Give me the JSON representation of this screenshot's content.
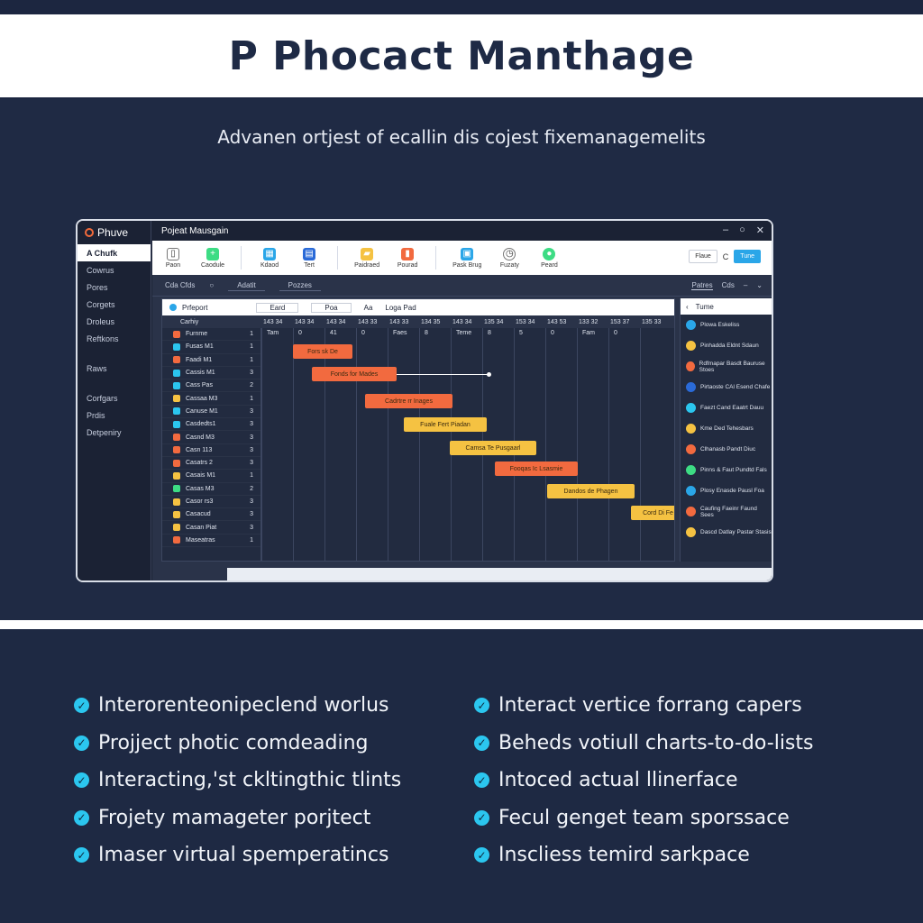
{
  "header": {
    "title": "P Phocact Manthage"
  },
  "subtitle": "Advanen ortjest of ecallin dis cojest fixemanagemelits",
  "app": {
    "brand": "Phuve",
    "window_title": "Pojeat Mausgain",
    "sidebar": {
      "items": [
        "A Chufk",
        "Cowrus",
        "Pores",
        "Corgets",
        "Droleus",
        "Reftkons",
        "Raws",
        "Corfgars",
        "Prdis",
        "Detpeniry"
      ]
    },
    "ribbon": {
      "buttons": [
        "Paon",
        "Caodule",
        "Kdaod",
        "Tert",
        "Paidraed",
        "Pourad",
        "Pask Brug",
        "Fuzaty",
        "Peard"
      ],
      "search_label": "Flaue",
      "primary_label": "Tune"
    },
    "toolbar2": {
      "left": [
        "Cda Cfds",
        "Adatit",
        "Pozzes"
      ],
      "right": [
        "Patres",
        "Cds"
      ]
    },
    "grid": {
      "header_title": "Prfeport",
      "filters": [
        "Eard",
        "Poa",
        "Aa",
        "Loga Pad"
      ],
      "task_header": "Carhiy",
      "dates": [
        "143 34",
        "143 34",
        "143 34",
        "143 33",
        "143 33",
        "134 35",
        "143 34",
        "135 34",
        "153 34",
        "143 53",
        "133 32",
        "153 37",
        "135 33"
      ],
      "sub_labels": [
        "Tam",
        "0",
        "41",
        "0",
        "Faes",
        "8",
        "Teme",
        "8",
        "5",
        "0",
        "Fam",
        "0"
      ],
      "tasks": [
        {
          "name": "Furnme",
          "n": "1",
          "color": "#f26a3f"
        },
        {
          "name": "Fusas M1",
          "n": "1",
          "color": "#2bc6ef"
        },
        {
          "name": "Faadi M1",
          "n": "1",
          "color": "#f26a3f"
        },
        {
          "name": "Cassis M1",
          "n": "3",
          "color": "#2bc6ef"
        },
        {
          "name": "Cass Pas",
          "n": "2",
          "color": "#2bc6ef"
        },
        {
          "name": "Cassaa M3",
          "n": "1",
          "color": "#f5c242"
        },
        {
          "name": "Canuse M1",
          "n": "3",
          "color": "#2bc6ef"
        },
        {
          "name": "Casdedts1",
          "n": "3",
          "color": "#2bc6ef"
        },
        {
          "name": "Casnd M3",
          "n": "3",
          "color": "#f26a3f"
        },
        {
          "name": "Casn 113",
          "n": "3",
          "color": "#f26a3f"
        },
        {
          "name": "Casatrs 2",
          "n": "3",
          "color": "#f26a3f"
        },
        {
          "name": "Casais M1",
          "n": "1",
          "color": "#f5c242"
        },
        {
          "name": "Casas M3",
          "n": "2",
          "color": "#3ddc84"
        },
        {
          "name": "Casor rs3",
          "n": "3",
          "color": "#f5c242"
        },
        {
          "name": "Casacud",
          "n": "3",
          "color": "#f5c242"
        },
        {
          "name": "Casan Piat",
          "n": "3",
          "color": "#f5c242"
        },
        {
          "name": "Maseatras",
          "n": "1",
          "color": "#f26a3f"
        }
      ],
      "bars": [
        {
          "label": "Fors sk De",
          "color": "orange"
        },
        {
          "label": "Fonds for Mades",
          "color": "orange"
        },
        {
          "label": "Cadrtre rr Inages",
          "color": "orange"
        },
        {
          "label": "Fuale Fert Piadan",
          "color": "amber"
        },
        {
          "label": "Camsa Te Pusgaarl",
          "color": "amber"
        },
        {
          "label": "Fooqas Ic Lsasmie",
          "color": "orange"
        },
        {
          "label": "Dandos de Phagen",
          "color": "amber"
        },
        {
          "label": "Cord Di Fe",
          "color": "amber"
        }
      ]
    },
    "right_pane": {
      "title": "Tume",
      "items": [
        "Plowa Eskeliss",
        "Pinhadda Eldnt Sdaun",
        "Rdfmapar Basdt Bauruse Stoes",
        "Pirtaoste CAl Esend Chafe",
        "Faezt Cand Eaatrt Dauu",
        "Kme Ded Tehesbars",
        "Clhanasb Pandt Diuc",
        "Pinns & Faut Pundtd Fals",
        "Plosy Enasde Pausl Foa",
        "Caufing Faeinr Faund Sees",
        "Dascd Datlay Pastar Stasis"
      ]
    }
  },
  "features": {
    "left": [
      "Interorenteonipeclend worlus",
      "Projject photic comdeading",
      "Interacting,'st ckltingthic tlints",
      "Frojety mamageter porjtect",
      "Imaser virtual spemperatincs"
    ],
    "right": [
      "Interact vertice forrang capers",
      "Beheds votiull charts-to-do-lists",
      "Intoced actual llinerface",
      "Fecul genget team sporssace",
      "Inscliess temird sarkpace"
    ]
  }
}
